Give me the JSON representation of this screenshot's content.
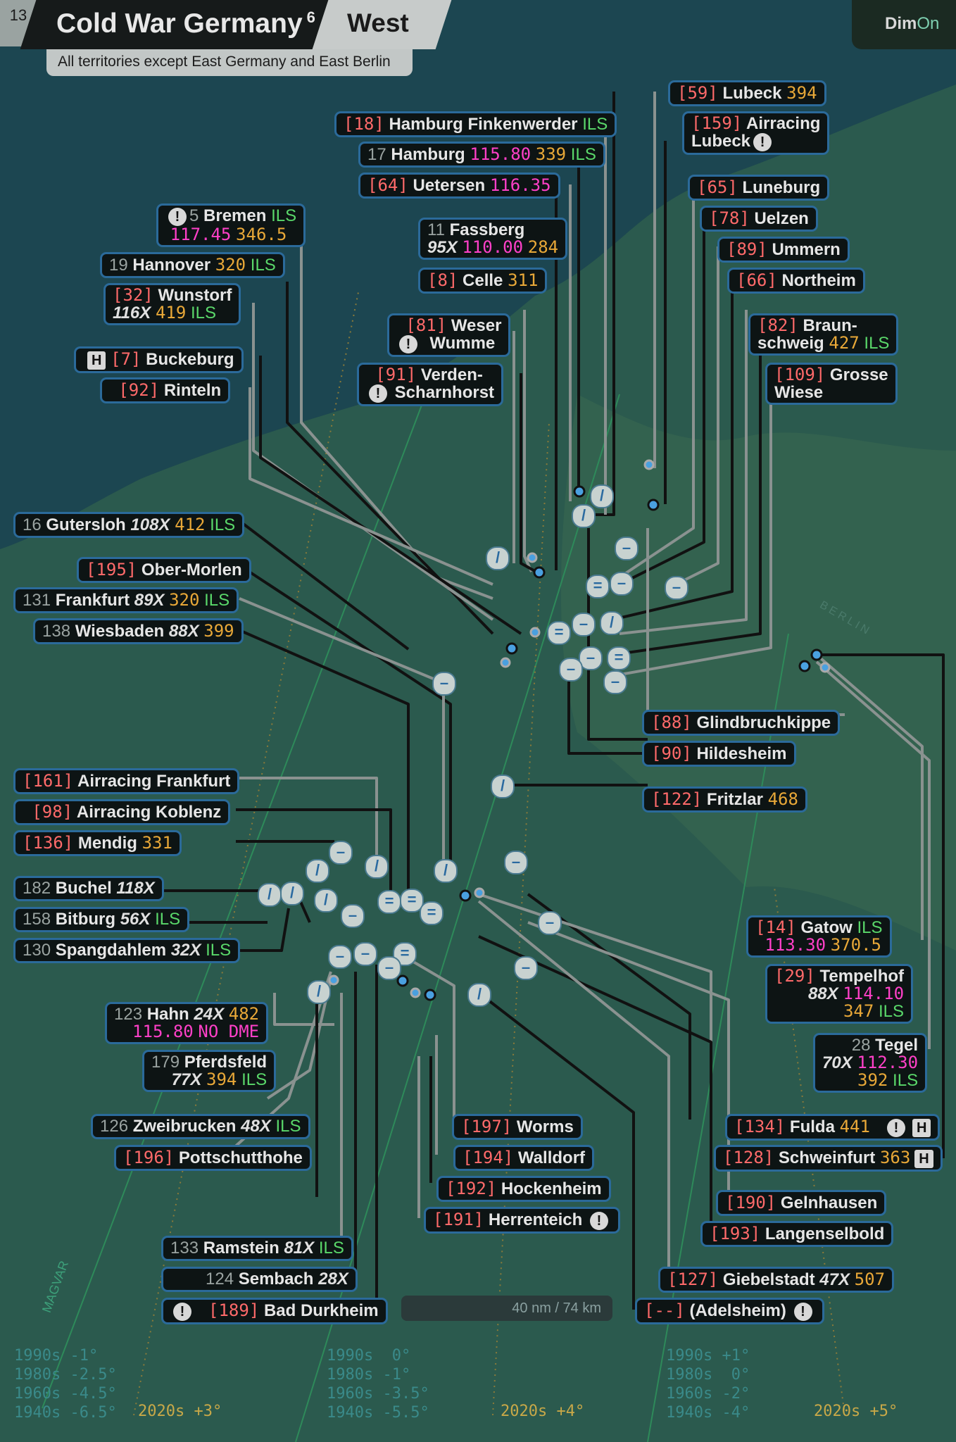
{
  "header": {
    "page_number": "13",
    "title": "Cold War Germany",
    "title_sup": "6",
    "region": "West",
    "subtitle": "All territories except East Germany and East Berlin",
    "brand_main": "Dim",
    "brand_accent": "On"
  },
  "colors": {
    "id": "#ff6a6a",
    "freq": "#ff40c8",
    "heading": "#e8a838",
    "ils": "#5ad86a",
    "label_border": "#2b6a9a",
    "background": "#1f4a44"
  },
  "airfields": {
    "lubeck": {
      "id": "[59]",
      "name": "Lubeck",
      "hdg": "394"
    },
    "finkenwerder": {
      "id": "[18]",
      "name": "Hamburg Finkenwerder",
      "ils": "ILS"
    },
    "airracing_lubeck": {
      "id": "[159]",
      "name": "Airracing",
      "name2": "Lubeck"
    },
    "hamburg": {
      "num": "17",
      "name": "Hamburg",
      "freq": "115.80",
      "hdg": "339",
      "ils": "ILS"
    },
    "uetersen": {
      "id": "[64]",
      "name": "Uetersen",
      "freq": "116.35"
    },
    "luneburg": {
      "id": "[65]",
      "name": "Luneburg"
    },
    "bremen": {
      "num": "5",
      "name": "Bremen",
      "ils": "ILS",
      "freq": "117.45",
      "hdg": "346.5"
    },
    "uelzen": {
      "id": "[78]",
      "name": "Uelzen"
    },
    "fassberg": {
      "num": "11",
      "name": "Fassberg",
      "tac": "95X",
      "freq": "110.00",
      "hdg": "284"
    },
    "ummern": {
      "id": "[89]",
      "name": "Ummern"
    },
    "hannover": {
      "num": "19",
      "name": "Hannover",
      "hdg": "320",
      "ils": "ILS"
    },
    "celle": {
      "id": "[8]",
      "name": "Celle",
      "hdg": "311"
    },
    "northeim": {
      "id": "[66]",
      "name": "Northeim"
    },
    "wunstorf": {
      "id": "[32]",
      "name": "Wunstorf",
      "tac": "116X",
      "hdg": "419",
      "ils": "ILS"
    },
    "weser": {
      "id": "[81]",
      "name": "Weser",
      "name2": "Wumme"
    },
    "braunschweig": {
      "id": "[82]",
      "name": "Braun-",
      "name2": "schweig",
      "hdg": "427",
      "ils": "ILS"
    },
    "buckeburg": {
      "h": "H",
      "id": "[7]",
      "name": "Buckeburg"
    },
    "verden": {
      "id": "[91]",
      "name": "Verden-",
      "name2": "Scharnhorst"
    },
    "grosse": {
      "id": "[109]",
      "name": "Grosse",
      "name2": "Wiese"
    },
    "rinteln": {
      "id": "[92]",
      "name": "Rinteln"
    },
    "gutersloh": {
      "num": "16",
      "name": "Gutersloh",
      "tac": "108X",
      "hdg": "412",
      "ils": "ILS"
    },
    "obermorlen": {
      "id": "[195]",
      "name": "Ober-Morlen"
    },
    "frankfurt": {
      "num": "131",
      "name": "Frankfurt",
      "tac": "89X",
      "hdg": "320",
      "ils": "ILS"
    },
    "wiesbaden": {
      "num": "138",
      "name": "Wiesbaden",
      "tac": "88X",
      "hdg": "399"
    },
    "glindbruchkippe": {
      "id": "[88]",
      "name": "Glindbruchkippe"
    },
    "hildesheim": {
      "id": "[90]",
      "name": "Hildesheim"
    },
    "airracing_frankfurt": {
      "id": "[161]",
      "name": "Airracing Frankfurt"
    },
    "fritzlar": {
      "id": "[122]",
      "name": "Fritzlar",
      "hdg": "468"
    },
    "airracing_koblenz": {
      "id": "[98]",
      "name": "Airracing Koblenz"
    },
    "mendig": {
      "id": "[136]",
      "name": "Mendig",
      "hdg": "331"
    },
    "buchel": {
      "num": "182",
      "name": "Buchel",
      "tac": "118X"
    },
    "bitburg": {
      "num": "158",
      "name": "Bitburg",
      "tac": "56X",
      "ils": "ILS"
    },
    "gatow": {
      "id": "[14]",
      "name": "Gatow",
      "ils": "ILS",
      "freq": "113.30",
      "hdg": "370.5"
    },
    "spangdahlem": {
      "num": "130",
      "name": "Spangdahlem",
      "tac": "32X",
      "ils": "ILS"
    },
    "tempelhof": {
      "id": "[29]",
      "name": "Tempelhof",
      "tac": "88X",
      "freq": "114.10",
      "hdg": "347",
      "ils": "ILS"
    },
    "hahn": {
      "num": "123",
      "name": "Hahn",
      "tac": "24X",
      "hdg": "482",
      "freq": "115.80",
      "nodme": "NO DME"
    },
    "tegel": {
      "num": "28",
      "name": "Tegel",
      "tac": "70X",
      "freq": "112.30",
      "hdg": "392",
      "ils": "ILS"
    },
    "pferdsfeld": {
      "num": "179",
      "name": "Pferdsfeld",
      "tac": "77X",
      "hdg": "394",
      "ils": "ILS"
    },
    "zweibrucken": {
      "num": "126",
      "name": "Zweibrucken",
      "tac": "48X",
      "ils": "ILS"
    },
    "worms": {
      "id": "[197]",
      "name": "Worms"
    },
    "fulda": {
      "id": "[134]",
      "name": "Fulda",
      "hdg": "441",
      "h": "H"
    },
    "pottschutthohe": {
      "id": "[196]",
      "name": "Pottschutthohe"
    },
    "walldorf": {
      "id": "[194]",
      "name": "Walldorf"
    },
    "schweinfurt": {
      "id": "[128]",
      "name": "Schweinfurt",
      "hdg": "363",
      "h": "H"
    },
    "hockenheim": {
      "id": "[192]",
      "name": "Hockenheim"
    },
    "gelnhausen": {
      "id": "[190]",
      "name": "Gelnhausen"
    },
    "herrenteich": {
      "id": "[191]",
      "name": "Herrenteich"
    },
    "langenselbold": {
      "id": "[193]",
      "name": "Langenselbold"
    },
    "ramstein": {
      "num": "133",
      "name": "Ramstein",
      "tac": "81X",
      "ils": "ILS"
    },
    "sembach": {
      "num": "124",
      "name": "Sembach",
      "tac": "28X"
    },
    "giebelstadt": {
      "id": "[127]",
      "name": "Giebelstadt",
      "tac": "47X",
      "hdg": "507"
    },
    "baddurkheim": {
      "id": "[189]",
      "name": "Bad Durkheim"
    },
    "adelsheim": {
      "id": "[--]",
      "name": "(Adelsheim)"
    }
  },
  "scale": "40 nm / 74 km",
  "map_labels": {
    "magvar": "MAGVAR",
    "berlin": "BERLIN"
  },
  "magvar_legend": {
    "left": "1990s -1°\n1980s -2.5°\n1960s -4.5°\n1940s -6.5°",
    "mid": "1990s  0°\n1980s -1°\n1960s -3.5°\n1940s -5.5°",
    "right": "1990s +1°\n1980s  0°\n1960s -2°\n1940s -4°",
    "zone1": "2020s +3°",
    "zone2": "2020s +4°",
    "zone3": "2020s +5°"
  },
  "glyphs": {
    "warn": "!",
    "eq": "=",
    "dash": "–",
    "slash": "/"
  }
}
